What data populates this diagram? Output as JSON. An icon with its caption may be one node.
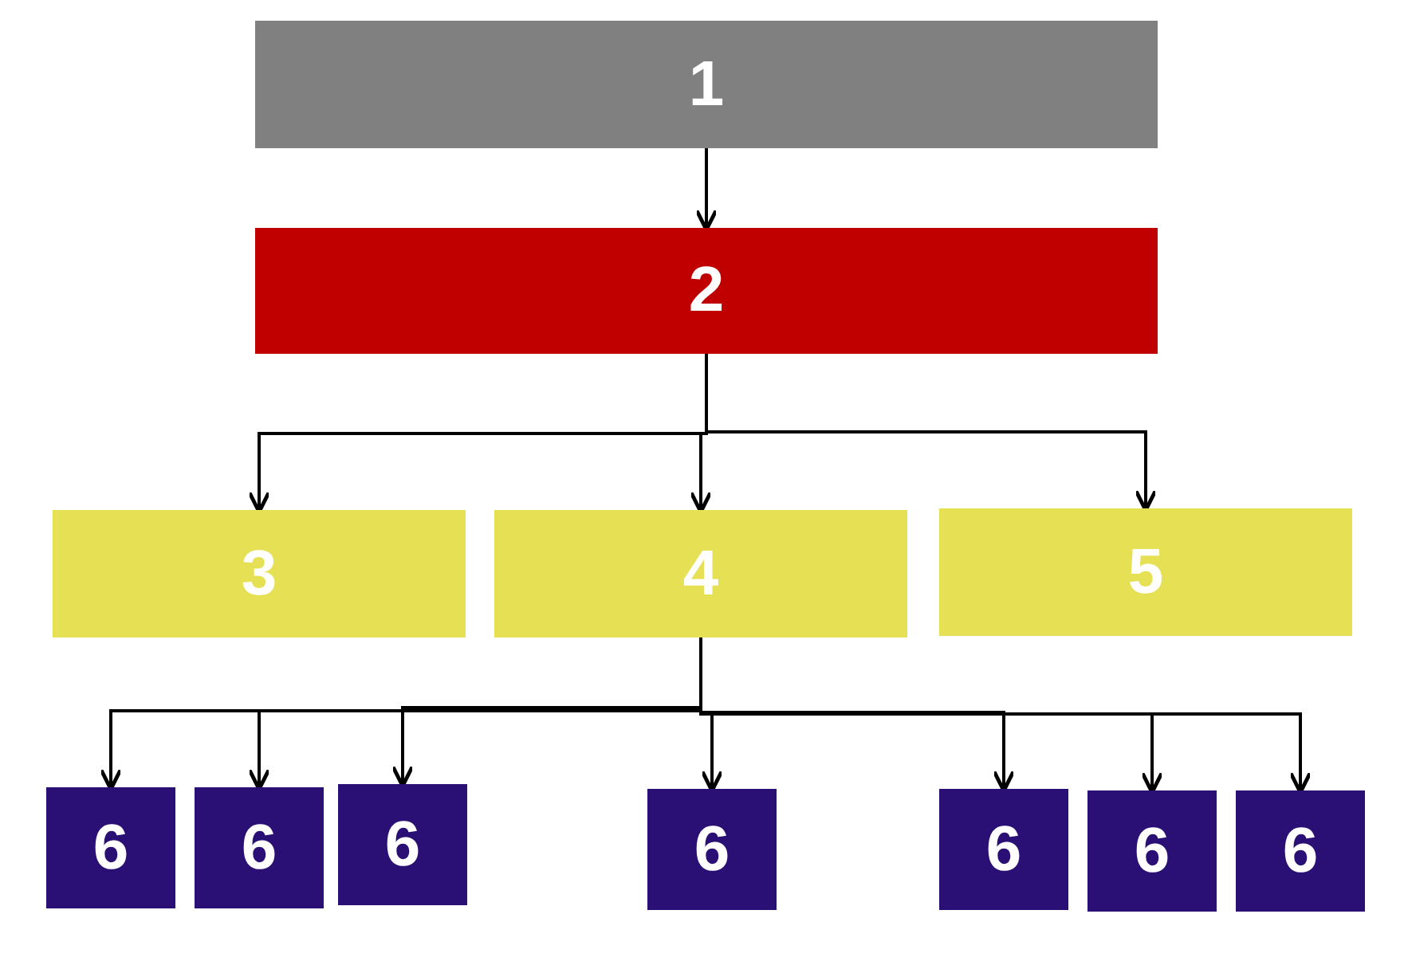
{
  "diagram": {
    "nodes": [
      {
        "text": [
          "1"
        ]
      },
      {
        "text": [
          "2"
        ]
      },
      {
        "text": [
          "3"
        ]
      },
      {
        "text": [
          "4"
        ]
      },
      {
        "text": [
          "5"
        ]
      },
      {
        "text": [
          "6"
        ]
      },
      {
        "text": [
          "6"
        ]
      },
      {
        "text": [
          "6"
        ]
      },
      {
        "text": [
          "6"
        ]
      },
      {
        "text": [
          "6"
        ]
      },
      {
        "text": [
          "6"
        ]
      },
      {
        "text": [
          "6"
        ]
      }
    ],
    "edges": [
      {
        "from": 0,
        "to": 1,
        "arrow": "to"
      },
      {
        "from": 1,
        "to": 2,
        "arrow": "to"
      },
      {
        "from": 1,
        "to": 3,
        "arrow": "to"
      },
      {
        "from": 1,
        "to": 4,
        "arrow": "to"
      },
      {
        "from": 3,
        "to": 5,
        "arrow": "to"
      },
      {
        "from": 3,
        "to": 6,
        "arrow": "to"
      },
      {
        "from": 3,
        "to": 7,
        "arrow": "to"
      },
      {
        "from": 3,
        "to": 8,
        "arrow": "to"
      },
      {
        "from": 3,
        "to": 9,
        "arrow": "to"
      },
      {
        "from": 3,
        "to": 10,
        "arrow": "to"
      },
      {
        "from": 3,
        "to": 11,
        "arrow": "to"
      }
    ]
  }
}
